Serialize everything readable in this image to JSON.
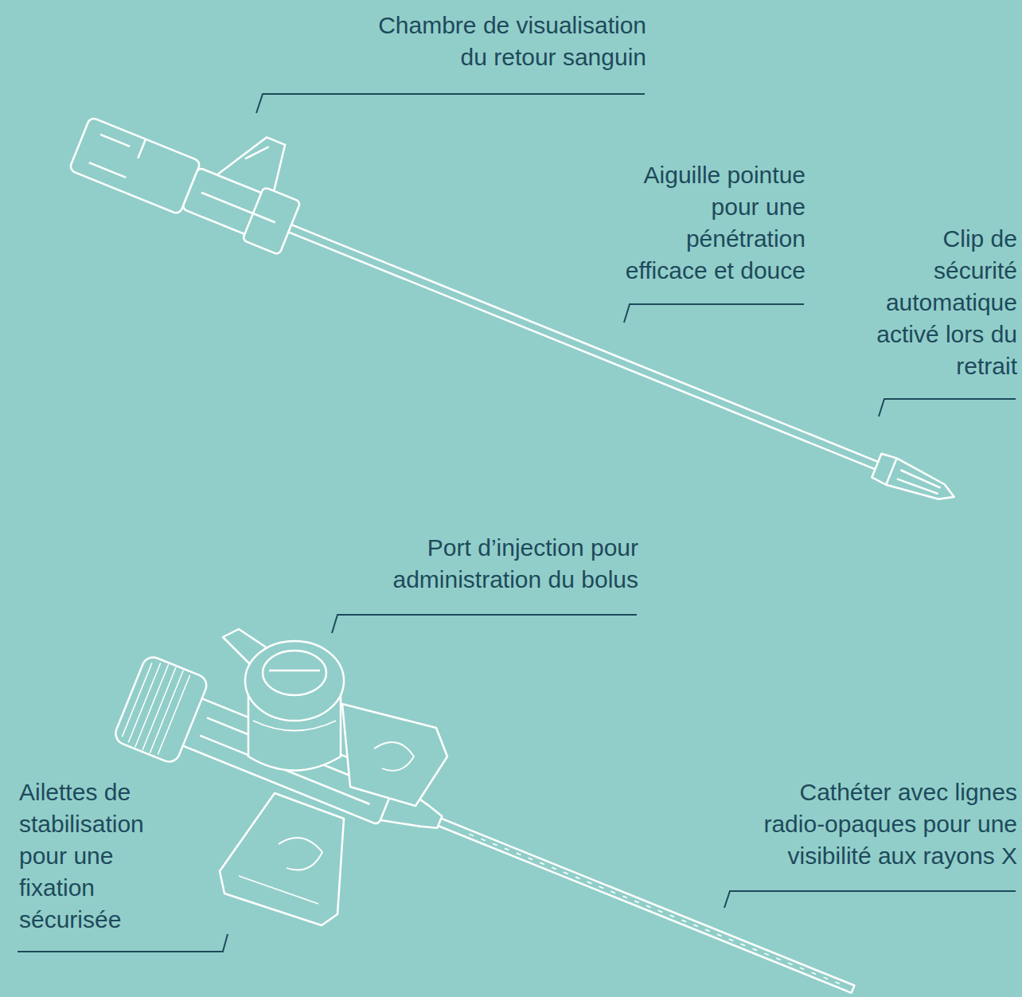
{
  "diagram": {
    "labels": [
      "Chambre de visualisation du retour sanguin",
      "Aiguille pointue pour une pénétration efficace et douce",
      "Clip de sécurité automatique activé lors du retrait",
      "Port d’injection pour administration du bolus",
      "Ailettes de stabilisation pour une fixation sécurisée",
      "Cathéter avec lignes radio-opaques pour une visibilité aux rayons X"
    ]
  }
}
